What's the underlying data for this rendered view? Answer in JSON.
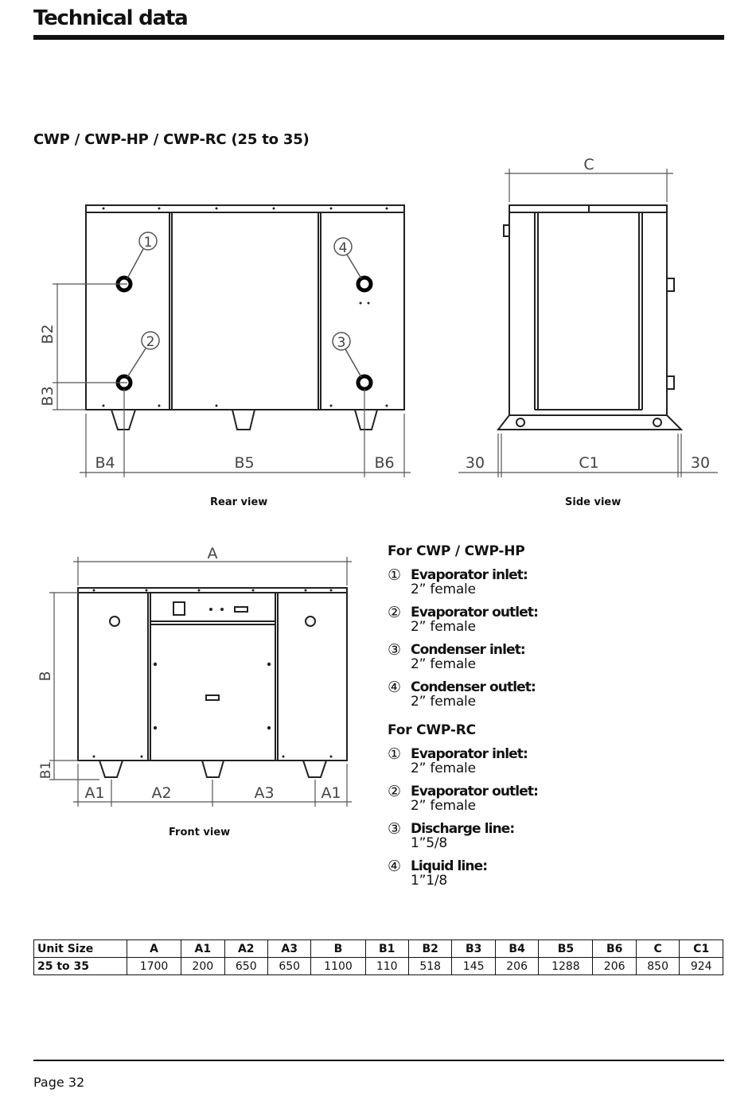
{
  "header": {
    "title": "Technical data"
  },
  "model_heading": "CWP / CWP-HP / CWP-RC (25 to 35)",
  "rear_view": {
    "caption": "Rear view",
    "dims": {
      "b2": "B2",
      "b3": "B3",
      "b4": "B4",
      "b5": "B5",
      "b6": "B6"
    },
    "callouts": {
      "c1": "1",
      "c2": "2",
      "c3": "3",
      "c4": "4"
    }
  },
  "side_view": {
    "caption": "Side view",
    "dims": {
      "c": "C",
      "c1": "C1",
      "left": "30",
      "right": "30"
    }
  },
  "front_view": {
    "caption": "Front view",
    "dims": {
      "a": "A",
      "b": "B",
      "b1": "B1",
      "a1_left": "A1",
      "a2": "A2",
      "a3": "A3",
      "a1_right": "A1"
    }
  },
  "legend": {
    "group1": {
      "heading": "For CWP / CWP-HP",
      "items": [
        {
          "num": "①",
          "label": "Evaporator inlet:",
          "value": "2” female"
        },
        {
          "num": "②",
          "label": "Evaporator outlet:",
          "value": "2” female"
        },
        {
          "num": "③",
          "label": "Condenser inlet:",
          "value": "2” female"
        },
        {
          "num": "④",
          "label": "Condenser outlet:",
          "value": "2” female"
        }
      ]
    },
    "group2": {
      "heading": "For CWP-RC",
      "items": [
        {
          "num": "①",
          "label": "Evaporator inlet:",
          "value": "2” female"
        },
        {
          "num": "②",
          "label": "Evaporator outlet:",
          "value": "2” female"
        },
        {
          "num": "③",
          "label": "Discharge line:",
          "value": "1”5/8"
        },
        {
          "num": "④",
          "label": "Liquid line:",
          "value": "1”1/8"
        }
      ]
    }
  },
  "table": {
    "headers": [
      "Unit Size",
      "A",
      "A1",
      "A2",
      "A3",
      "B",
      "B1",
      "B2",
      "B3",
      "B4",
      "B5",
      "B6",
      "C",
      "C1"
    ],
    "rows": [
      [
        "25 to 35",
        "1700",
        "200",
        "650",
        "650",
        "1100",
        "110",
        "518",
        "145",
        "206",
        "1288",
        "206",
        "850",
        "924"
      ]
    ]
  },
  "footer": {
    "page": "Page 32"
  }
}
